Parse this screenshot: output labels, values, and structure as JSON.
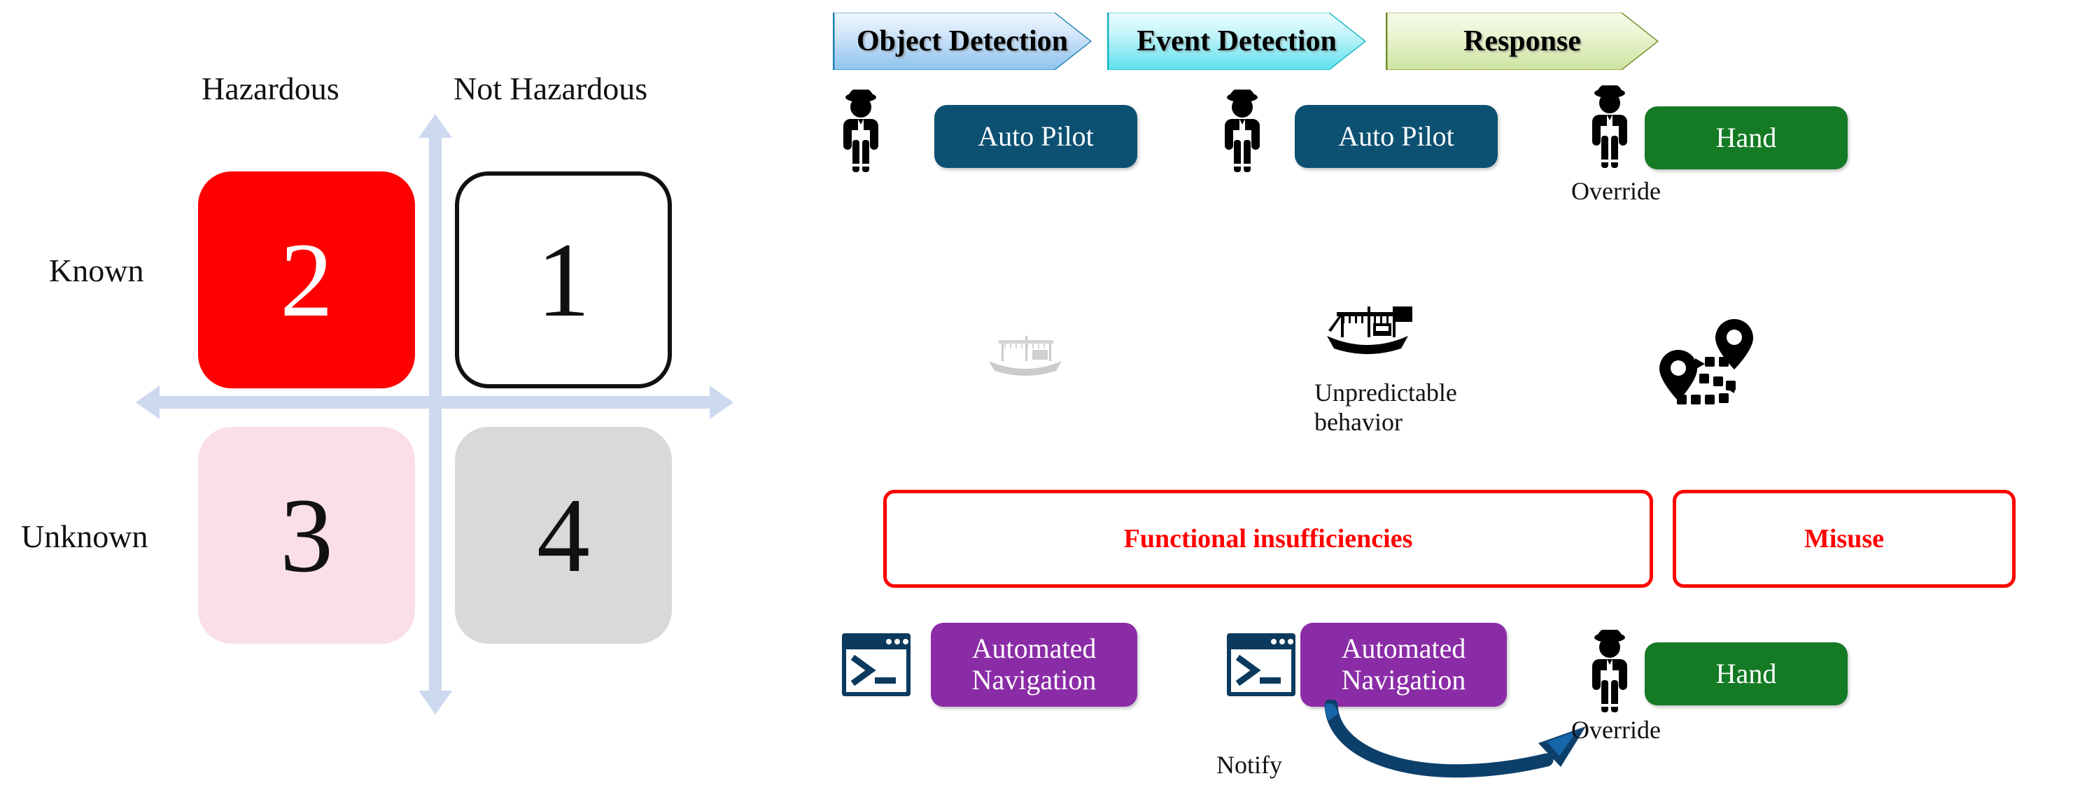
{
  "matrix": {
    "column_headers": [
      "Hazardous",
      "Not Hazardous"
    ],
    "row_headers": [
      "Known",
      "Unknown"
    ],
    "quadrants": [
      {
        "id": "quadrant-1",
        "number": "1",
        "row": "Known",
        "column": "Not Hazardous",
        "fill": "#ffffff",
        "text_color": "#111111",
        "outlined": true
      },
      {
        "id": "quadrant-2",
        "number": "2",
        "row": "Known",
        "column": "Hazardous",
        "fill": "#ff0000",
        "text_color": "#ffffff",
        "outlined": false
      },
      {
        "id": "quadrant-3",
        "number": "3",
        "row": "Unknown",
        "column": "Hazardous",
        "fill": "#fadfe9",
        "text_color": "#111111",
        "outlined": false
      },
      {
        "id": "quadrant-4",
        "number": "4",
        "row": "Unknown",
        "column": "Not Hazardous",
        "fill": "#d9d9d9",
        "text_color": "#111111",
        "outlined": false
      }
    ],
    "axis_color": "#ccd9ef"
  },
  "flow": {
    "stages": [
      {
        "label": "Object Detection",
        "accent": "#1a7fb0"
      },
      {
        "label": "Event Detection",
        "accent": "#0fb5bf"
      },
      {
        "label": "Response",
        "accent": "#6f8f28"
      }
    ],
    "row_manual": [
      {
        "icon": "captain-person-icon",
        "pill": "Auto Pilot",
        "pill_color": "#0d5172"
      },
      {
        "icon": "captain-person-icon",
        "pill": "Auto Pilot",
        "pill_color": "#0d5172"
      },
      {
        "icon": "captain-person-icon",
        "pill": "Hand",
        "pill_color": "#157a24",
        "caption": "Override"
      }
    ],
    "row_scenario": [
      {
        "icon": "faded-boat-icon",
        "caption": ""
      },
      {
        "icon": "boat-icon",
        "caption": "Unpredictable\nbehavior"
      },
      {
        "icon": "route-pins-icon",
        "caption": ""
      }
    ],
    "hazard_boxes": [
      {
        "label": "Functional insufficiencies",
        "color": "#ff0000"
      },
      {
        "label": "Misuse",
        "color": "#ff0000"
      }
    ],
    "row_automated": [
      {
        "icon": "terminal-icon",
        "pill": "Automated Navigation",
        "pill_color": "#8b2ca7"
      },
      {
        "icon": "terminal-icon",
        "pill": "Automated Navigation",
        "pill_color": "#8b2ca7",
        "caption": "Notify"
      },
      {
        "icon": "captain-person-icon",
        "pill": "Hand",
        "pill_color": "#157a24",
        "caption": "Override"
      }
    ],
    "arrow_color": "#0d3f6b"
  }
}
